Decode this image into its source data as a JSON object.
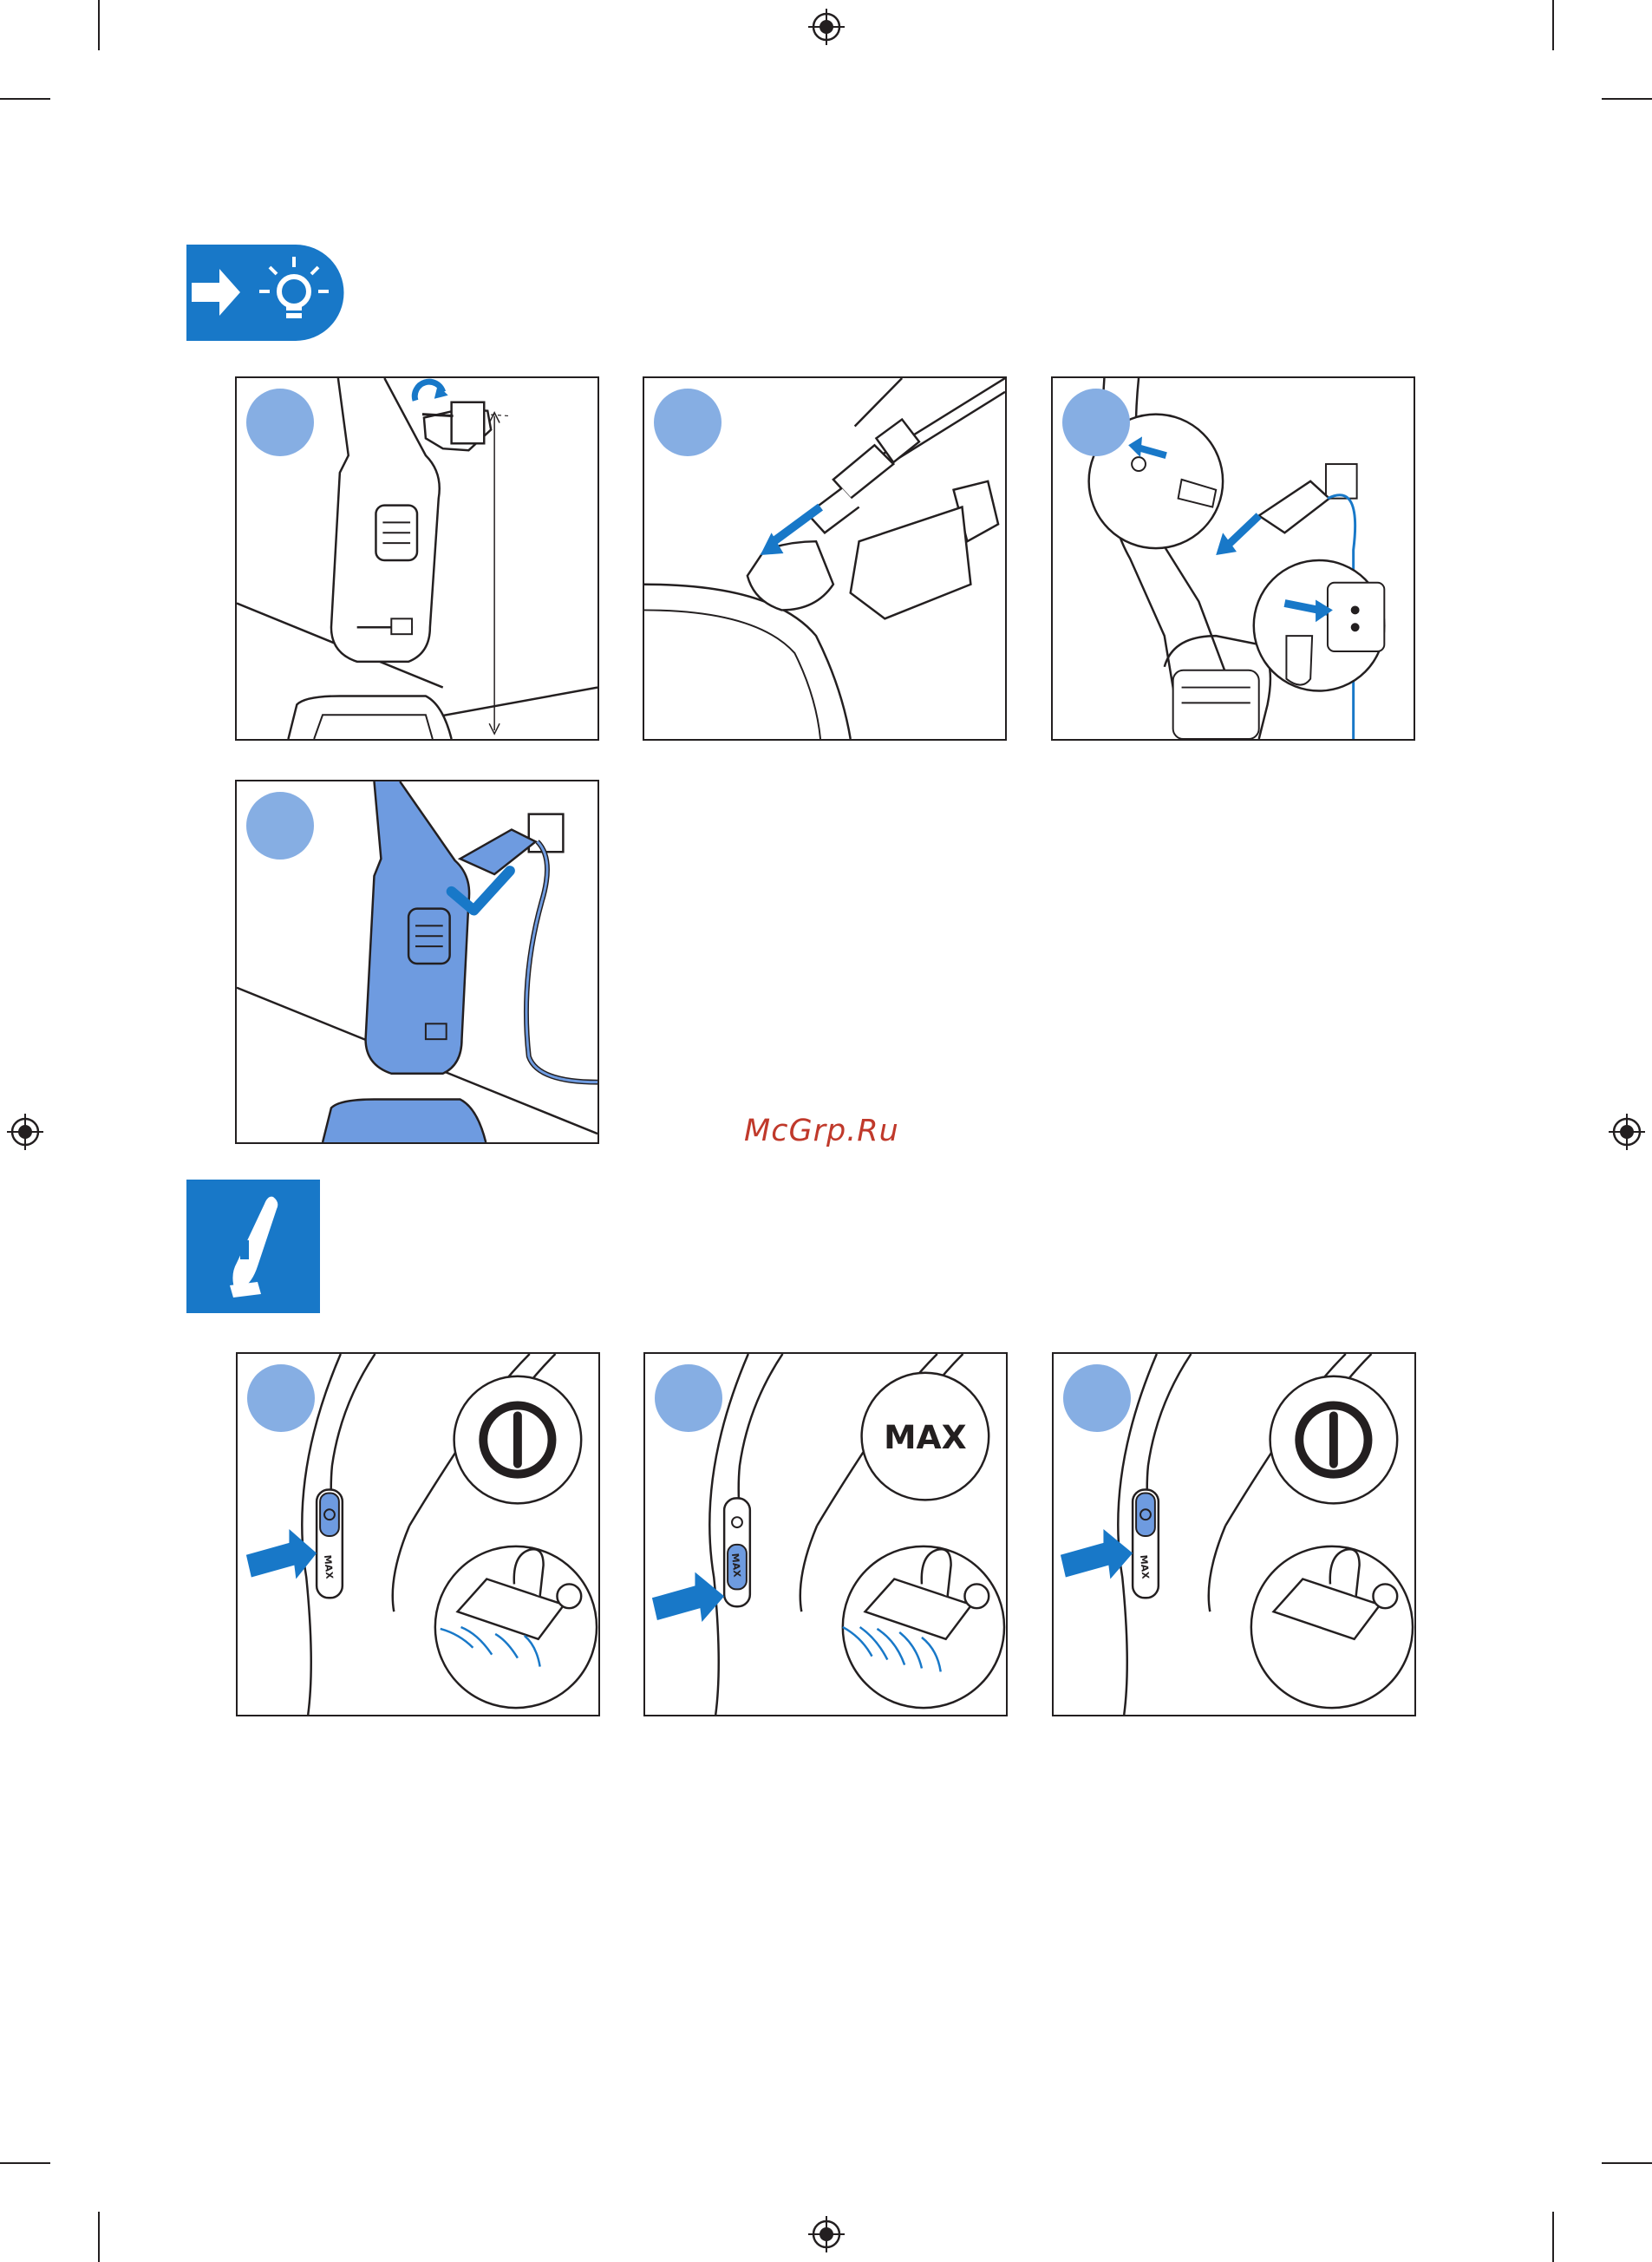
{
  "watermark": "McGrp.Ru",
  "sections": [
    {
      "icon": "arrow-lightbulb-icon",
      "icon_color": "#1878c8"
    },
    {
      "icon": "vacuum-cleaner-icon",
      "icon_color": "#1878c8"
    }
  ],
  "colors": {
    "accent": "#1878c8",
    "step_circle": "#86aee3",
    "line": "#231f20",
    "appliance_fill": "#6e9be0"
  },
  "mode_panels": [
    {
      "badge_icon": "power-icon"
    },
    {
      "badge_icon": "max-icon",
      "badge_text": "MAX"
    },
    {
      "badge_icon": "power-icon"
    }
  ],
  "button_labels": {
    "max": "MAX"
  }
}
